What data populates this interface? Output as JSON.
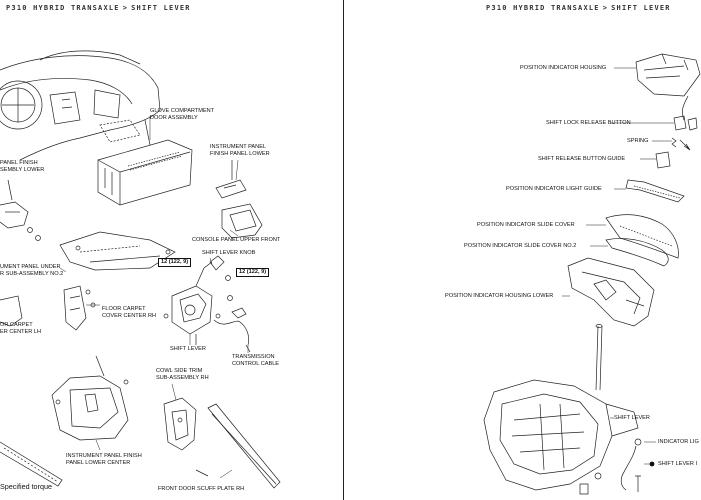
{
  "left_page": {
    "header": {
      "model": "P310 HYBRID TRANSAXLE",
      "separator": ">",
      "section": "SHIFT LEVER"
    },
    "labels": {
      "glove_compartment": "GLOVE COMPARTMENT\nDOOR ASSEMBLY",
      "instrument_panel_finish_panel_lower": "INSTRUMENT PANEL\nFINISH PANEL LOWER",
      "panel_finish_assembly_lower": "PANEL FINISH\nSEMBLY LOWER",
      "console_panel_upper_front": "CONSOLE PANEL UPPER FRONT",
      "shift_lever_knob": "SHIFT LEVER KNOB",
      "instrument_panel_under_cover": "UMENT PANEL UNDER\nR SUB-ASSEMBLY NO.2",
      "floor_carpet_cover_center_rh": "FLOOR CARPET\nCOVER CENTER RH",
      "floor_carpet_cover_center_lh": "OR CARPET\nER CENTER LH",
      "shift_lever": "SHIFT LEVER",
      "transmission_control_cable": "TRANSMISSION\nCONTROL CABLE",
      "cowl_side_trim_rh": "COWL SIDE TRIM\nSUB-ASSEMBLY RH",
      "instrument_panel_finish_lower_center": "INSTRUMENT PANEL FINISH\nPANEL LOWER CENTER",
      "front_door_scuff_plate_rh": "FRONT DOOR SCUFF PLATE RH"
    },
    "torque_1": "12 (122, 9)",
    "torque_2": "12 (122, 9)",
    "legend": "Specified torque"
  },
  "right_page": {
    "header": {
      "model": "P310 HYBRID TRANSAXLE",
      "separator": ">",
      "section": "SHIFT LEVER"
    },
    "labels": {
      "position_indicator_housing": "POSITION INDICATOR HOUSING",
      "shift_lock_release_button": "SHIFT LOCK RELEASE BUTTON",
      "spring": "SPRING",
      "shift_release_button_guide": "SHIFT RELEASE BUTTON GUIDE",
      "position_indicator_light_guide": "POSITION INDICATOR LIGHT GUIDE",
      "position_indicator_slide_cover": "POSITION INDICATOR SLIDE COVER",
      "position_indicator_slide_cover_no2": "POSITION INDICATOR SLIDE COVER NO.2",
      "position_indicator_housing_lower": "POSITION INDICATOR HOUSING LOWER",
      "shift_lever": "SHIFT LEVER",
      "indicator_light": "INDICATOR LIG",
      "shift_lever_bolt": "SHIFT LEVER I"
    }
  }
}
